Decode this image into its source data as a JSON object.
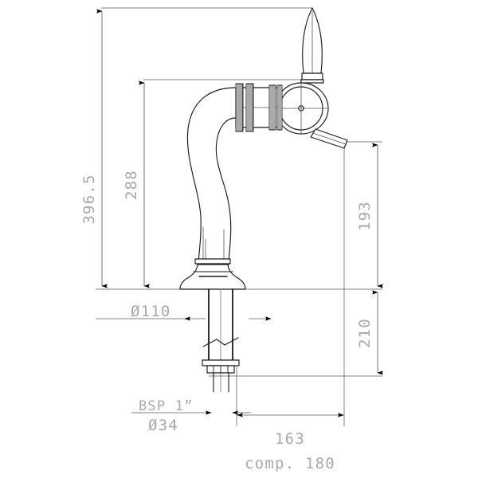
{
  "drawing": {
    "type": "technical-drawing",
    "subject": "beer-tap-faucet-elevation",
    "background_color": "#ffffff",
    "line_color": "#1a1a1a",
    "dimension_line_color": "#808080",
    "text_color": "#a9a9a9",
    "arrow_color": "#000000"
  },
  "dimensions": {
    "total_height": "396.5",
    "column_height": "288",
    "spout_drop": "193",
    "shank_length": "210",
    "base_diameter": "Ø110",
    "thread_spec": "BSP 1”",
    "thread_diameter": "Ø34",
    "spout_reach": "163",
    "overall_depth": "comp. 180"
  },
  "annotations": [
    {
      "name": "total-height",
      "value": "396.5",
      "orientation": "vertical"
    },
    {
      "name": "column-height",
      "value": "288",
      "orientation": "vertical"
    },
    {
      "name": "spout-drop",
      "value": "193",
      "orientation": "vertical"
    },
    {
      "name": "shank-length",
      "value": "210",
      "orientation": "vertical"
    },
    {
      "name": "base-diameter",
      "value": "Ø110",
      "orientation": "horizontal"
    },
    {
      "name": "thread-spec",
      "value": "BSP 1”",
      "orientation": "horizontal"
    },
    {
      "name": "thread-diameter",
      "value": "Ø34",
      "orientation": "horizontal"
    },
    {
      "name": "spout-reach",
      "value": "163",
      "orientation": "horizontal"
    },
    {
      "name": "overall-depth",
      "value": "comp. 180",
      "orientation": "horizontal"
    }
  ]
}
